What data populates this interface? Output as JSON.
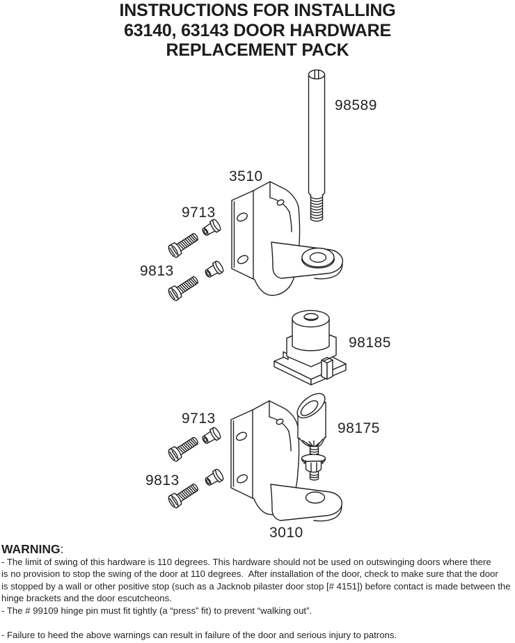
{
  "document": {
    "title_lines": [
      "INSTRUCTIONS FOR INSTALLING",
      "63140, 63143 DOOR HARDWARE",
      "REPLACEMENT PACK"
    ]
  },
  "diagram": {
    "part_labels": {
      "hinge_pin": "98589",
      "top_bracket": "3510",
      "barrel_nut": "9713",
      "screw": "9813",
      "cam": "98185",
      "pintle": "98175",
      "bottom_bracket": "3010"
    }
  },
  "warning": {
    "heading": "WARNING",
    "colon": ":",
    "lines": [
      "- The limit of swing of this hardware is 110 degrees. This hardware should not be used on outswinging doors where there",
      "is no provision to stop the swing of the door at 110 degrees.  After installation of the door, check to make sure that the door",
      "is stopped by a wall or other positive stop (such as a Jacknob pilaster door stop [# 4151]) before contact is made between the",
      "hinge brackets and the door escutcheons.",
      "- The # 99109 hinge pin must fit tightly (a “press” fit) to prevent “walking out”.",
      "- Failure to heed the above warnings can result in failure of the door and serious injury to patrons."
    ]
  },
  "colors": {
    "ink": "#231f20",
    "paper": "#ffffff"
  }
}
